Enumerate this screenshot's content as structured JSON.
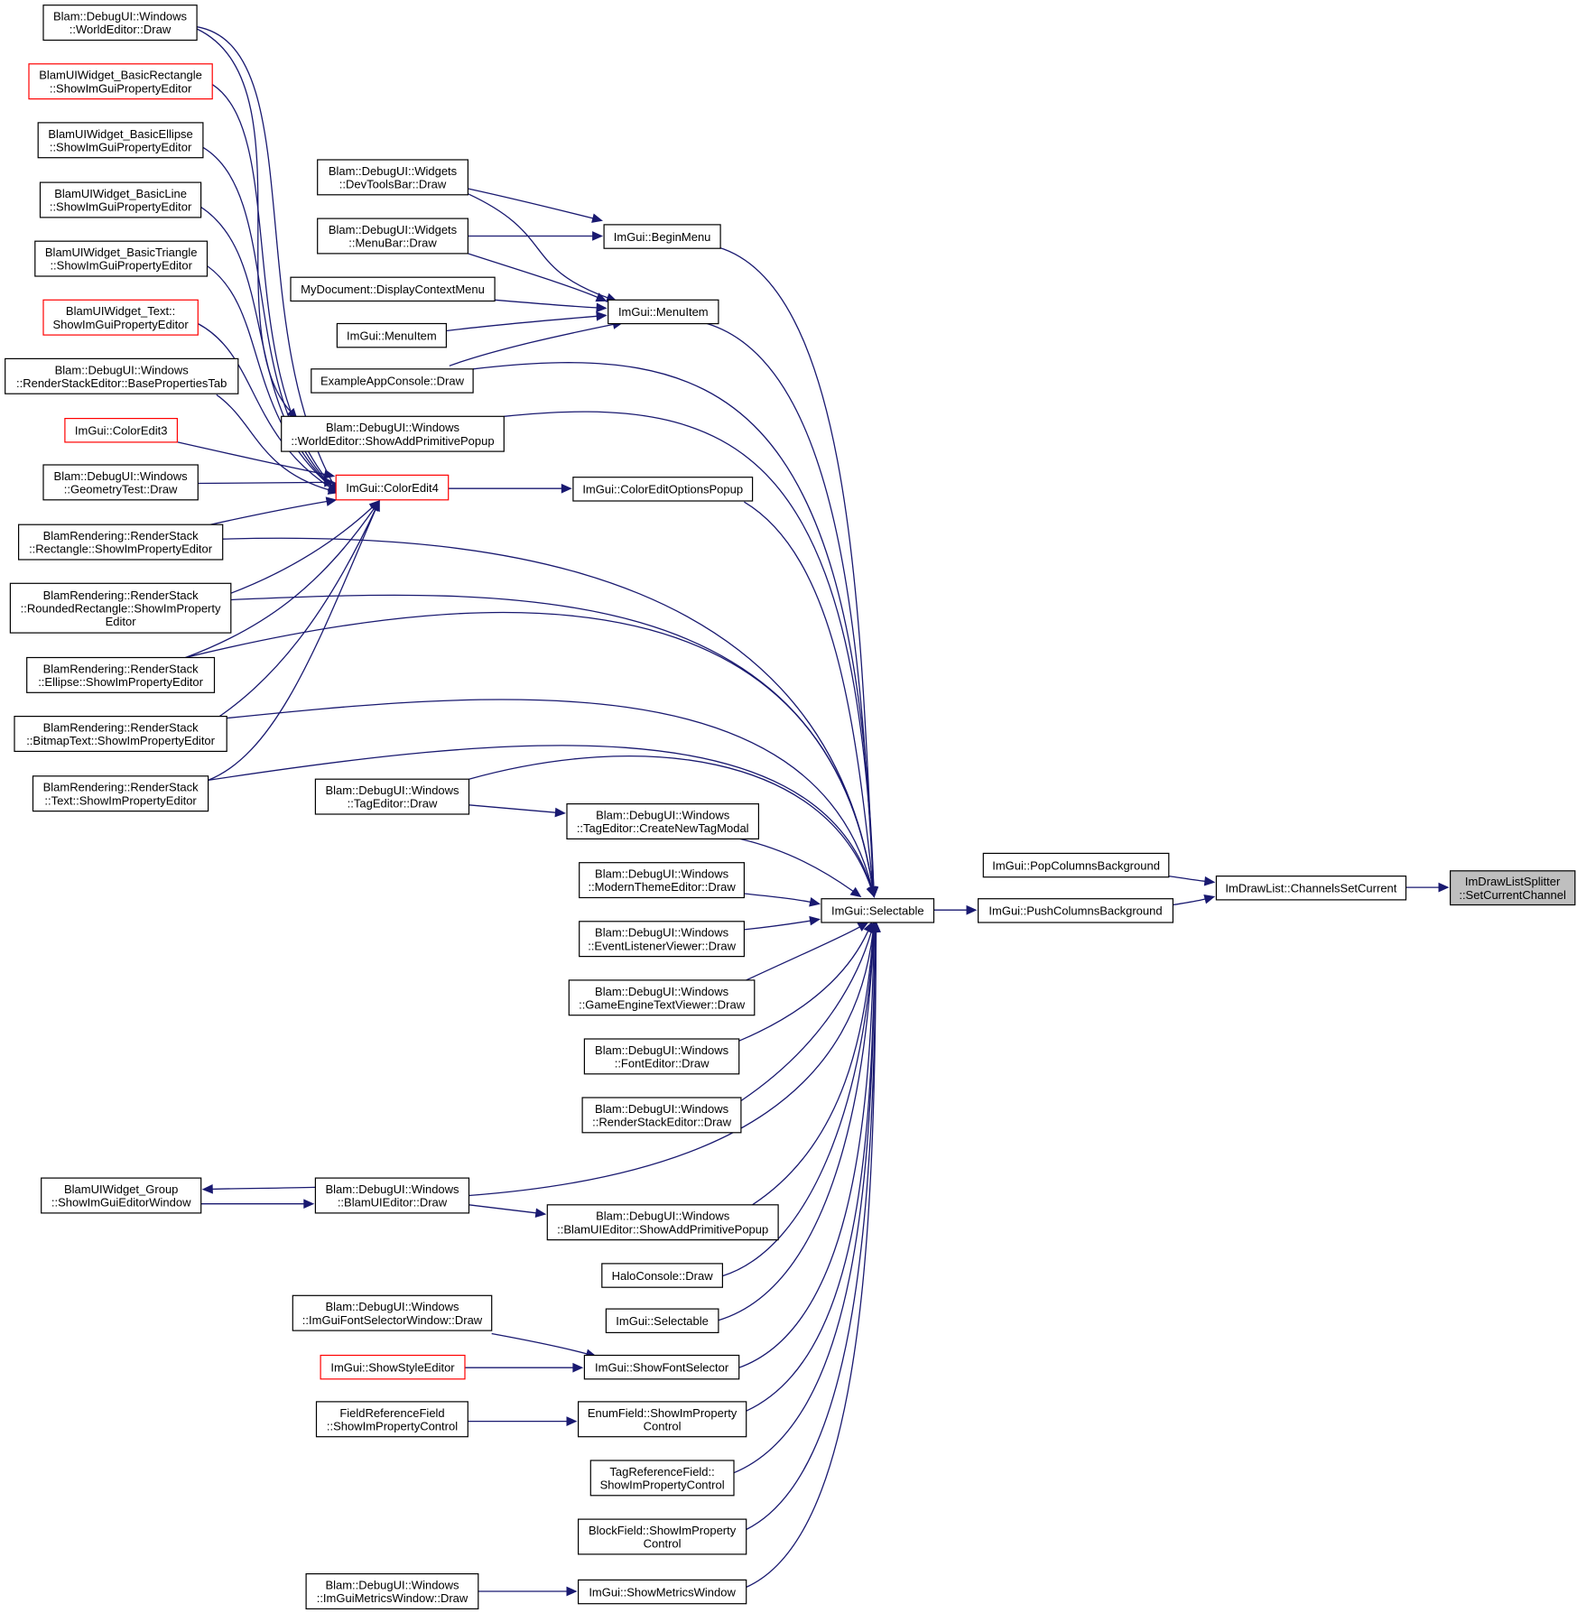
{
  "diagram": {
    "type": "call-graph",
    "target": "ImDrawListSplitter::SetCurrentChannel",
    "colors": {
      "edge": "#191970",
      "node_border": "#000000",
      "node_red_border": "#ff0000",
      "target_fill": "#bfbfbf"
    },
    "nodes": [
      {
        "id": "n_setcur",
        "lines": [
          "ImDrawListSplitter",
          "::SetCurrentChannel"
        ],
        "style": "gray"
      },
      {
        "id": "n_chanset",
        "lines": [
          "ImDrawList::ChannelsSetCurrent"
        ]
      },
      {
        "id": "n_popcol",
        "lines": [
          "ImGui::PopColumnsBackground"
        ]
      },
      {
        "id": "n_pushcol",
        "lines": [
          "ImGui::PushColumnsBackground"
        ]
      },
      {
        "id": "n_selectable",
        "lines": [
          "ImGui::Selectable"
        ]
      },
      {
        "id": "n_beginmenu",
        "lines": [
          "ImGui::BeginMenu"
        ]
      },
      {
        "id": "n_menuitem",
        "lines": [
          "ImGui::MenuItem"
        ]
      },
      {
        "id": "n_coloreditopt",
        "lines": [
          "ImGui::ColorEditOptionsPopup"
        ]
      },
      {
        "id": "n_coloredit4",
        "lines": [
          "ImGui::ColorEdit4"
        ],
        "style": "red"
      },
      {
        "id": "n_devtools",
        "lines": [
          "Blam::DebugUI::Widgets",
          "::DevToolsBar::Draw"
        ]
      },
      {
        "id": "n_menubar",
        "lines": [
          "Blam::DebugUI::Widgets",
          "::MenuBar::Draw"
        ]
      },
      {
        "id": "n_mydoc",
        "lines": [
          "MyDocument::DisplayContextMenu"
        ]
      },
      {
        "id": "n_menuitem2",
        "lines": [
          "ImGui::MenuItem"
        ]
      },
      {
        "id": "n_exconsole",
        "lines": [
          "ExampleAppConsole::Draw"
        ]
      },
      {
        "id": "n_weaddprim",
        "lines": [
          "Blam::DebugUI::Windows",
          "::WorldEditor::ShowAddPrimitivePopup"
        ]
      },
      {
        "id": "n_wedraw",
        "lines": [
          "Blam::DebugUI::Windows",
          "::WorldEditor::Draw"
        ]
      },
      {
        "id": "n_basicrect",
        "lines": [
          "BlamUIWidget_BasicRectangle",
          "::ShowImGuiPropertyEditor"
        ],
        "style": "red"
      },
      {
        "id": "n_basicellipse",
        "lines": [
          "BlamUIWidget_BasicEllipse",
          "::ShowImGuiPropertyEditor"
        ]
      },
      {
        "id": "n_basicline",
        "lines": [
          "BlamUIWidget_BasicLine",
          "::ShowImGuiPropertyEditor"
        ]
      },
      {
        "id": "n_basictri",
        "lines": [
          "BlamUIWidget_BasicTriangle",
          "::ShowImGuiPropertyEditor"
        ]
      },
      {
        "id": "n_text",
        "lines": [
          "BlamUIWidget_Text::",
          "ShowImGuiPropertyEditor"
        ],
        "style": "red"
      },
      {
        "id": "n_rsbaseprop",
        "lines": [
          "Blam::DebugUI::Windows",
          "::RenderStackEditor::BasePropertiesTab"
        ]
      },
      {
        "id": "n_coloredit3",
        "lines": [
          "ImGui::ColorEdit3"
        ],
        "style": "red"
      },
      {
        "id": "n_geomtest",
        "lines": [
          "Blam::DebugUI::Windows",
          "::GeometryTest::Draw"
        ]
      },
      {
        "id": "n_rsrect",
        "lines": [
          "BlamRendering::RenderStack",
          "::Rectangle::ShowImPropertyEditor"
        ]
      },
      {
        "id": "n_rsround",
        "lines": [
          "BlamRendering::RenderStack",
          "::RoundedRectangle::ShowImProperty",
          "Editor"
        ]
      },
      {
        "id": "n_rsellipse",
        "lines": [
          "BlamRendering::RenderStack",
          "::Ellipse::ShowImPropertyEditor"
        ]
      },
      {
        "id": "n_rsbitmap",
        "lines": [
          "BlamRendering::RenderStack",
          "::BitmapText::ShowImPropertyEditor"
        ]
      },
      {
        "id": "n_rstext",
        "lines": [
          "BlamRendering::RenderStack",
          "::Text::ShowImPropertyEditor"
        ]
      },
      {
        "id": "n_tagedit",
        "lines": [
          "Blam::DebugUI::Windows",
          "::TagEditor::Draw"
        ]
      },
      {
        "id": "n_newtag",
        "lines": [
          "Blam::DebugUI::Windows",
          "::TagEditor::CreateNewTagModal"
        ]
      },
      {
        "id": "n_modern",
        "lines": [
          "Blam::DebugUI::Windows",
          "::ModernThemeEditor::Draw"
        ]
      },
      {
        "id": "n_evlisten",
        "lines": [
          "Blam::DebugUI::Windows",
          "::EventListenerViewer::Draw"
        ]
      },
      {
        "id": "n_gametext",
        "lines": [
          "Blam::DebugUI::Windows",
          "::GameEngineTextViewer::Draw"
        ]
      },
      {
        "id": "n_fonted",
        "lines": [
          "Blam::DebugUI::Windows",
          "::FontEditor::Draw"
        ]
      },
      {
        "id": "n_rsedit",
        "lines": [
          "Blam::DebugUI::Windows",
          "::RenderStackEditor::Draw"
        ]
      },
      {
        "id": "n_uigroup",
        "lines": [
          "BlamUIWidget_Group",
          "::ShowImGuiEditorWindow"
        ]
      },
      {
        "id": "n_uiedit",
        "lines": [
          "Blam::DebugUI::Windows",
          "::BlamUIEditor::Draw"
        ]
      },
      {
        "id": "n_uiaddprim",
        "lines": [
          "Blam::DebugUI::Windows",
          "::BlamUIEditor::ShowAddPrimitivePopup"
        ]
      },
      {
        "id": "n_halo",
        "lines": [
          "HaloConsole::Draw"
        ]
      },
      {
        "id": "n_selectable2",
        "lines": [
          "ImGui::Selectable"
        ]
      },
      {
        "id": "n_fontselwin",
        "lines": [
          "Blam::DebugUI::Windows",
          "::ImGuiFontSelectorWindow::Draw"
        ]
      },
      {
        "id": "n_styleed",
        "lines": [
          "ImGui::ShowStyleEditor"
        ],
        "style": "red"
      },
      {
        "id": "n_fontsel",
        "lines": [
          "ImGui::ShowFontSelector"
        ]
      },
      {
        "id": "n_fieldref",
        "lines": [
          "FieldReferenceField",
          "::ShowImPropertyControl"
        ]
      },
      {
        "id": "n_enumfield",
        "lines": [
          "EnumField::ShowImProperty",
          "Control"
        ]
      },
      {
        "id": "n_tagref",
        "lines": [
          "TagReferenceField::",
          "ShowImPropertyControl"
        ]
      },
      {
        "id": "n_blockfield",
        "lines": [
          "BlockField::ShowImProperty",
          "Control"
        ]
      },
      {
        "id": "n_metricswin",
        "lines": [
          "Blam::DebugUI::Windows",
          "::ImGuiMetricsWindow::Draw"
        ]
      },
      {
        "id": "n_showmetrics",
        "lines": [
          "ImGui::ShowMetricsWindow"
        ]
      }
    ],
    "edges": [
      [
        "n_chanset",
        "n_setcur"
      ],
      [
        "n_popcol",
        "n_chanset"
      ],
      [
        "n_pushcol",
        "n_chanset"
      ],
      [
        "n_selectable",
        "n_pushcol"
      ],
      [
        "n_beginmenu",
        "n_selectable"
      ],
      [
        "n_menuitem",
        "n_selectable"
      ],
      [
        "n_coloreditopt",
        "n_selectable"
      ],
      [
        "n_devtools",
        "n_beginmenu"
      ],
      [
        "n_devtools",
        "n_menuitem"
      ],
      [
        "n_menubar",
        "n_beginmenu"
      ],
      [
        "n_menubar",
        "n_menuitem"
      ],
      [
        "n_mydoc",
        "n_menuitem"
      ],
      [
        "n_menuitem2",
        "n_menuitem"
      ],
      [
        "n_exconsole",
        "n_menuitem"
      ],
      [
        "n_exconsole",
        "n_selectable"
      ],
      [
        "n_weaddprim",
        "n_selectable"
      ],
      [
        "n_coloredit4",
        "n_coloreditopt"
      ],
      [
        "n_wedraw",
        "n_coloredit4"
      ],
      [
        "n_basicrect",
        "n_coloredit4"
      ],
      [
        "n_basicellipse",
        "n_coloredit4"
      ],
      [
        "n_basicline",
        "n_coloredit4"
      ],
      [
        "n_basictri",
        "n_coloredit4"
      ],
      [
        "n_text",
        "n_coloredit4"
      ],
      [
        "n_rsbaseprop",
        "n_coloredit4"
      ],
      [
        "n_coloredit3",
        "n_coloredit4"
      ],
      [
        "n_geomtest",
        "n_coloredit4"
      ],
      [
        "n_rsrect",
        "n_coloredit4"
      ],
      [
        "n_rsround",
        "n_coloredit4"
      ],
      [
        "n_rsellipse",
        "n_coloredit4"
      ],
      [
        "n_rsbitmap",
        "n_coloredit4"
      ],
      [
        "n_rstext",
        "n_coloredit4"
      ],
      [
        "n_wedraw",
        "n_weaddprim"
      ],
      [
        "n_rsrect",
        "n_selectable"
      ],
      [
        "n_rsround",
        "n_selectable"
      ],
      [
        "n_rsellipse",
        "n_selectable"
      ],
      [
        "n_rsbitmap",
        "n_selectable"
      ],
      [
        "n_rstext",
        "n_selectable"
      ],
      [
        "n_tagedit",
        "n_newtag"
      ],
      [
        "n_tagedit",
        "n_selectable"
      ],
      [
        "n_newtag",
        "n_selectable"
      ],
      [
        "n_modern",
        "n_selectable"
      ],
      [
        "n_evlisten",
        "n_selectable"
      ],
      [
        "n_gametext",
        "n_selectable"
      ],
      [
        "n_fonted",
        "n_selectable"
      ],
      [
        "n_rsedit",
        "n_selectable"
      ],
      [
        "n_uiedit",
        "n_uigroup"
      ],
      [
        "n_uigroup",
        "n_uiedit"
      ],
      [
        "n_uiedit",
        "n_uiaddprim"
      ],
      [
        "n_uiedit",
        "n_selectable"
      ],
      [
        "n_uiaddprim",
        "n_selectable"
      ],
      [
        "n_halo",
        "n_selectable"
      ],
      [
        "n_selectable2",
        "n_selectable"
      ],
      [
        "n_fontselwin",
        "n_fontsel"
      ],
      [
        "n_styleed",
        "n_fontsel"
      ],
      [
        "n_fontsel",
        "n_selectable"
      ],
      [
        "n_fieldref",
        "n_enumfield"
      ],
      [
        "n_enumfield",
        "n_selectable"
      ],
      [
        "n_tagref",
        "n_selectable"
      ],
      [
        "n_blockfield",
        "n_selectable"
      ],
      [
        "n_metricswin",
        "n_showmetrics"
      ],
      [
        "n_showmetrics",
        "n_selectable"
      ]
    ]
  }
}
